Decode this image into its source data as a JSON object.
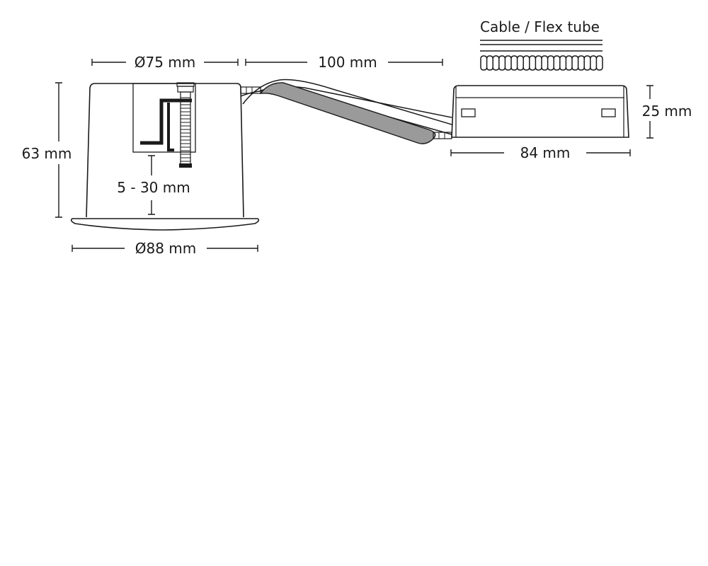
{
  "diagram": {
    "dimensions": {
      "housing_top_diameter": "Ø75 mm",
      "cable_length": "100 mm",
      "housing_height": "63 mm",
      "adjustment_range": "5 - 30 mm",
      "flange_diameter": "Ø88 mm",
      "driver_height": "25 mm",
      "driver_length": "84 mm"
    },
    "legend": {
      "cable_label": "Cable / Flex tube"
    },
    "colors": {
      "line": "#1a1a1a",
      "flex_tube": "#9a9a9a",
      "paper": "#ffffff"
    }
  }
}
